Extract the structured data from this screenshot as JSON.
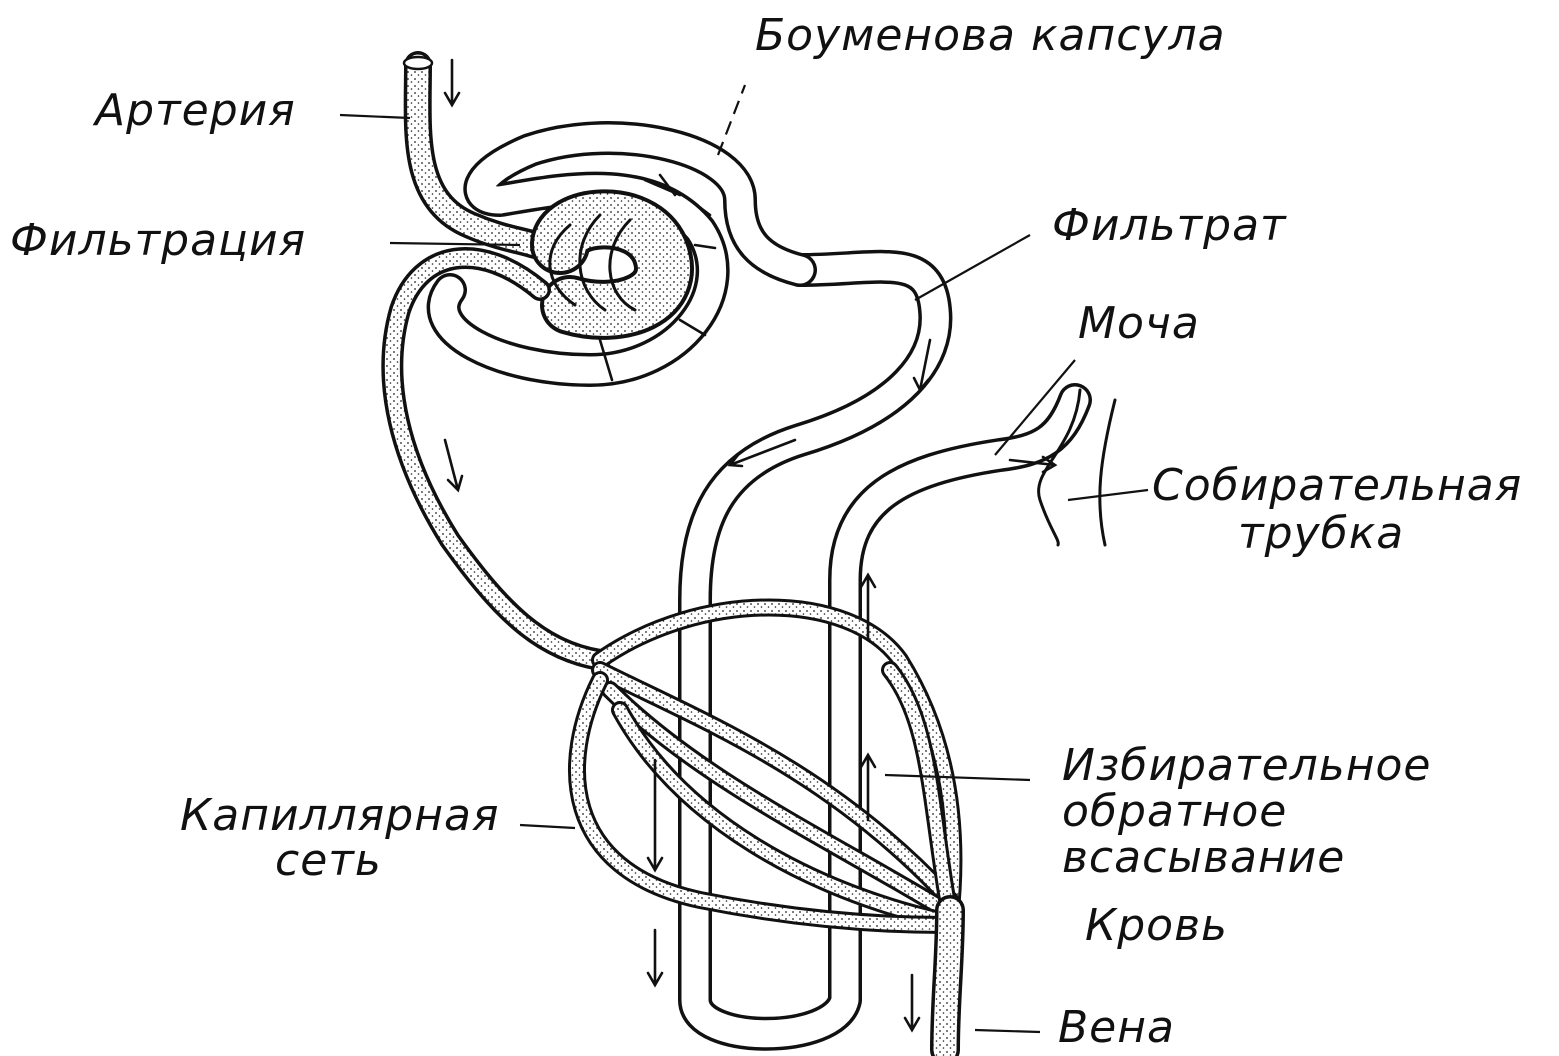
{
  "labels": {
    "artery": "Артерия",
    "bowman_capsule": "Боуменова капсула",
    "filtration": "Фильтрация",
    "filtrate": "Фильтрат",
    "urine": "Моча",
    "collecting_tube_line1": "Собирательная",
    "collecting_tube_line2": "трубка",
    "capillary_line1": "Капиллярная",
    "capillary_line2": "сеть",
    "reabsorption_line1": "Избирательное",
    "reabsorption_line2": "обратное",
    "reabsorption_line3": "всасывание",
    "blood": "Кровь",
    "vein": "Вена"
  },
  "colors": {
    "ink": "#111111",
    "paper": "#ffffff"
  }
}
